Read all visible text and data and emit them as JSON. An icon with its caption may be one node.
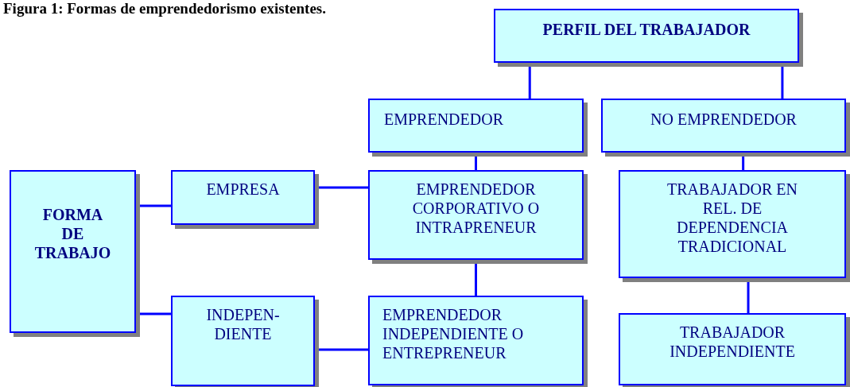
{
  "diagram": {
    "title": "Figura 1: Formas de emprendedorismo existentes.",
    "nodes": [
      {
        "text": [
          "PERFIL DEL TRABAJADOR"
        ]
      },
      {
        "text": [
          "EMPRENDEDOR"
        ]
      },
      {
        "text": [
          "NO EMPRENDEDOR"
        ]
      },
      {
        "text": [
          "FORMA DE TRABAJO"
        ]
      },
      {
        "text": [
          "EMPRESA"
        ]
      },
      {
        "text": [
          "EMPRENDEDOR CORPORATIVO O INTRAPRENEUR"
        ]
      },
      {
        "text": [
          "TRABAJADOR EN REL. DE DEPENDENCIA TRADICIONAL"
        ]
      },
      {
        "text": [
          "INDEPEN- DIENTE"
        ]
      },
      {
        "text": [
          "EMPRENDEDOR INDEPENDIENTE O ENTREPRENEUR"
        ]
      },
      {
        "text": [
          "TRABAJADOR INDEPENDIENTE"
        ]
      }
    ],
    "edges": [
      {
        "from": 0,
        "to": 1,
        "arrow": "none"
      },
      {
        "from": 0,
        "to": 2,
        "arrow": "none"
      },
      {
        "from": 1,
        "to": 5,
        "arrow": "none"
      },
      {
        "from": 2,
        "to": 6,
        "arrow": "none"
      },
      {
        "from": 3,
        "to": 4,
        "arrow": "none"
      },
      {
        "from": 3,
        "to": 7,
        "arrow": "none"
      },
      {
        "from": 4,
        "to": 5,
        "arrow": "none"
      },
      {
        "from": 7,
        "to": 8,
        "arrow": "none"
      },
      {
        "from": 5,
        "to": 8,
        "arrow": "none"
      },
      {
        "from": 6,
        "to": 9,
        "arrow": "none"
      }
    ]
  }
}
